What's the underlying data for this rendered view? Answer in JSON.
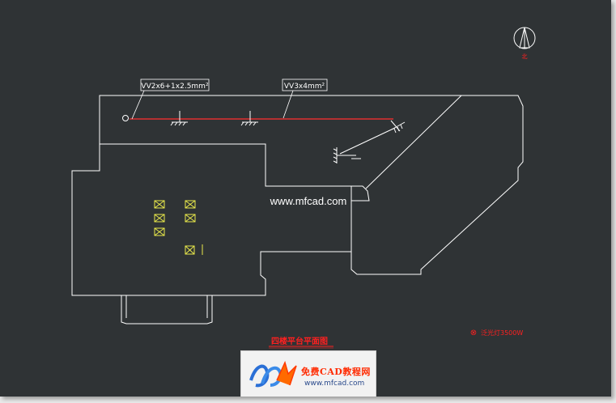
{
  "watermark": "www.mfcad.com",
  "north_arrow": {
    "label": "北"
  },
  "cable_labels": [
    {
      "text": "VV2x6+1x2.5mm²"
    },
    {
      "text": "VV3x4mm²"
    }
  ],
  "plan_title": "四楼平台平面图",
  "legend": {
    "symbol": "⊗",
    "text": "泛光灯3500W"
  },
  "logo": {
    "brand": "免费CAD教程网",
    "url": "www.mfcad.com"
  },
  "colors": {
    "background": "#2f3335",
    "outline": "#ffffff",
    "cable": "#e03030",
    "fixture": "#e8e84a",
    "annotation": "#ff2020"
  }
}
